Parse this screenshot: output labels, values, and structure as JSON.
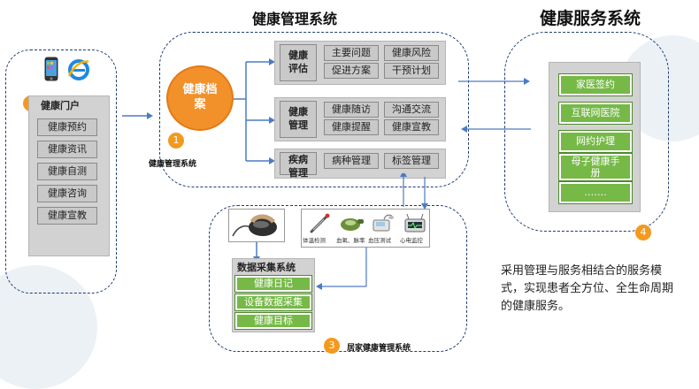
{
  "titles": {
    "health_mgmt": "健康管理系统",
    "health_service": "健康服务系统"
  },
  "portal": {
    "title": "健康门户",
    "items": [
      "健康预约",
      "健康资讯",
      "健康自测",
      "健康咨询",
      "健康宣教"
    ],
    "badge": "2"
  },
  "core": {
    "archive": "健康档\n案",
    "badge": "1",
    "caption": "健康管理系统",
    "groups": [
      {
        "label": "健康\n评估",
        "items": [
          "主要问题",
          "健康风险",
          "促进方案",
          "干预计划"
        ]
      },
      {
        "label": "健康\n管理",
        "items": [
          "健康随访",
          "沟通交流",
          "健康提醒",
          "健康宣教"
        ]
      },
      {
        "label": "疾病\n管理",
        "items": [
          "病种管理",
          "标签管理"
        ]
      }
    ]
  },
  "service": {
    "items": [
      "家医签约",
      "互联网医院",
      "网约护理",
      "母子健康手\n册",
      "……."
    ],
    "badge": "4"
  },
  "home": {
    "badge": "3",
    "caption": "居家健康管理系统",
    "devices": [
      "体温检测",
      "血氧、脉率",
      "血压测试",
      "心电监控"
    ],
    "collect_title": "数据采集系统",
    "collect_items": [
      "健康日记",
      "设备数据采集",
      "健康目标"
    ]
  },
  "note": "采用管理与服务相结合的服务模式，实现患者全方位、全生命周期的健康服务。",
  "colors": {
    "orange": "#f39a1e",
    "green": "#76b947",
    "navy": "#1f3d73",
    "arrow_blue": "#4a7cc0",
    "ie_blue": "#1e88e5"
  },
  "icons": {
    "phone": "smartphone-icon",
    "browser": "ie-browser-icon",
    "mouse": "mouse-icon",
    "thermometer": "thermometer-icon",
    "oximeter": "oximeter-icon",
    "bp": "blood-pressure-icon",
    "ecg": "ecg-monitor-icon"
  }
}
